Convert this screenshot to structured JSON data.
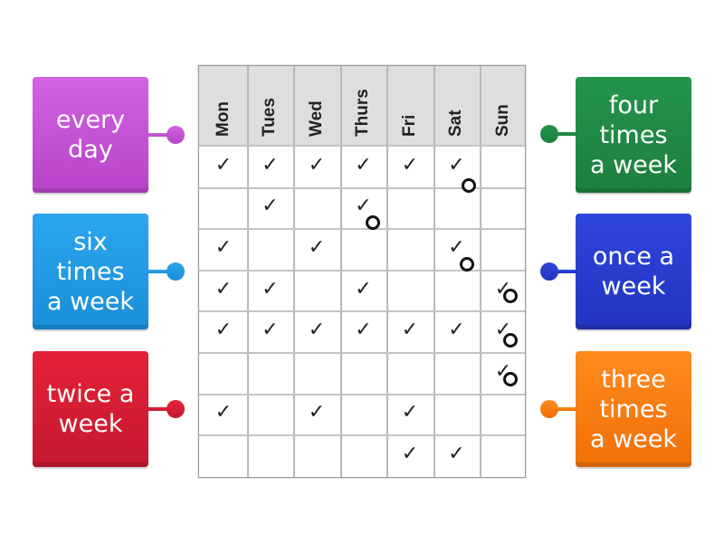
{
  "labels_left": [
    {
      "id": "every-day",
      "lines": [
        "every",
        "day"
      ],
      "color": "#c653d6"
    },
    {
      "id": "six-times",
      "lines": [
        "six",
        "times",
        "a week"
      ],
      "color": "#229de6"
    },
    {
      "id": "twice",
      "lines": [
        "twice a",
        "week"
      ],
      "color": "#d81f34"
    }
  ],
  "labels_right": [
    {
      "id": "four-times",
      "lines": [
        "four",
        "times",
        "a week"
      ],
      "color": "#208a46"
    },
    {
      "id": "once",
      "lines": [
        "once a",
        "week"
      ],
      "color": "#283dce"
    },
    {
      "id": "three-times",
      "lines": [
        "three",
        "times",
        "a week"
      ],
      "color": "#f97c12"
    }
  ],
  "grid": {
    "days": [
      "Mon",
      "Tues",
      "Wed",
      "Thurs",
      "Fri",
      "Sat",
      "Sun"
    ],
    "check_glyph": "✓",
    "rows": [
      [
        true,
        true,
        true,
        true,
        true,
        true,
        false
      ],
      [
        false,
        true,
        false,
        true,
        false,
        false,
        false
      ],
      [
        true,
        false,
        true,
        false,
        false,
        true,
        false
      ],
      [
        true,
        true,
        false,
        true,
        false,
        false,
        true
      ],
      [
        true,
        true,
        true,
        true,
        true,
        true,
        true
      ],
      [
        false,
        false,
        false,
        false,
        false,
        false,
        true
      ],
      [
        true,
        false,
        true,
        false,
        true,
        false,
        false
      ],
      [
        false,
        false,
        false,
        false,
        true,
        true,
        false
      ]
    ]
  }
}
